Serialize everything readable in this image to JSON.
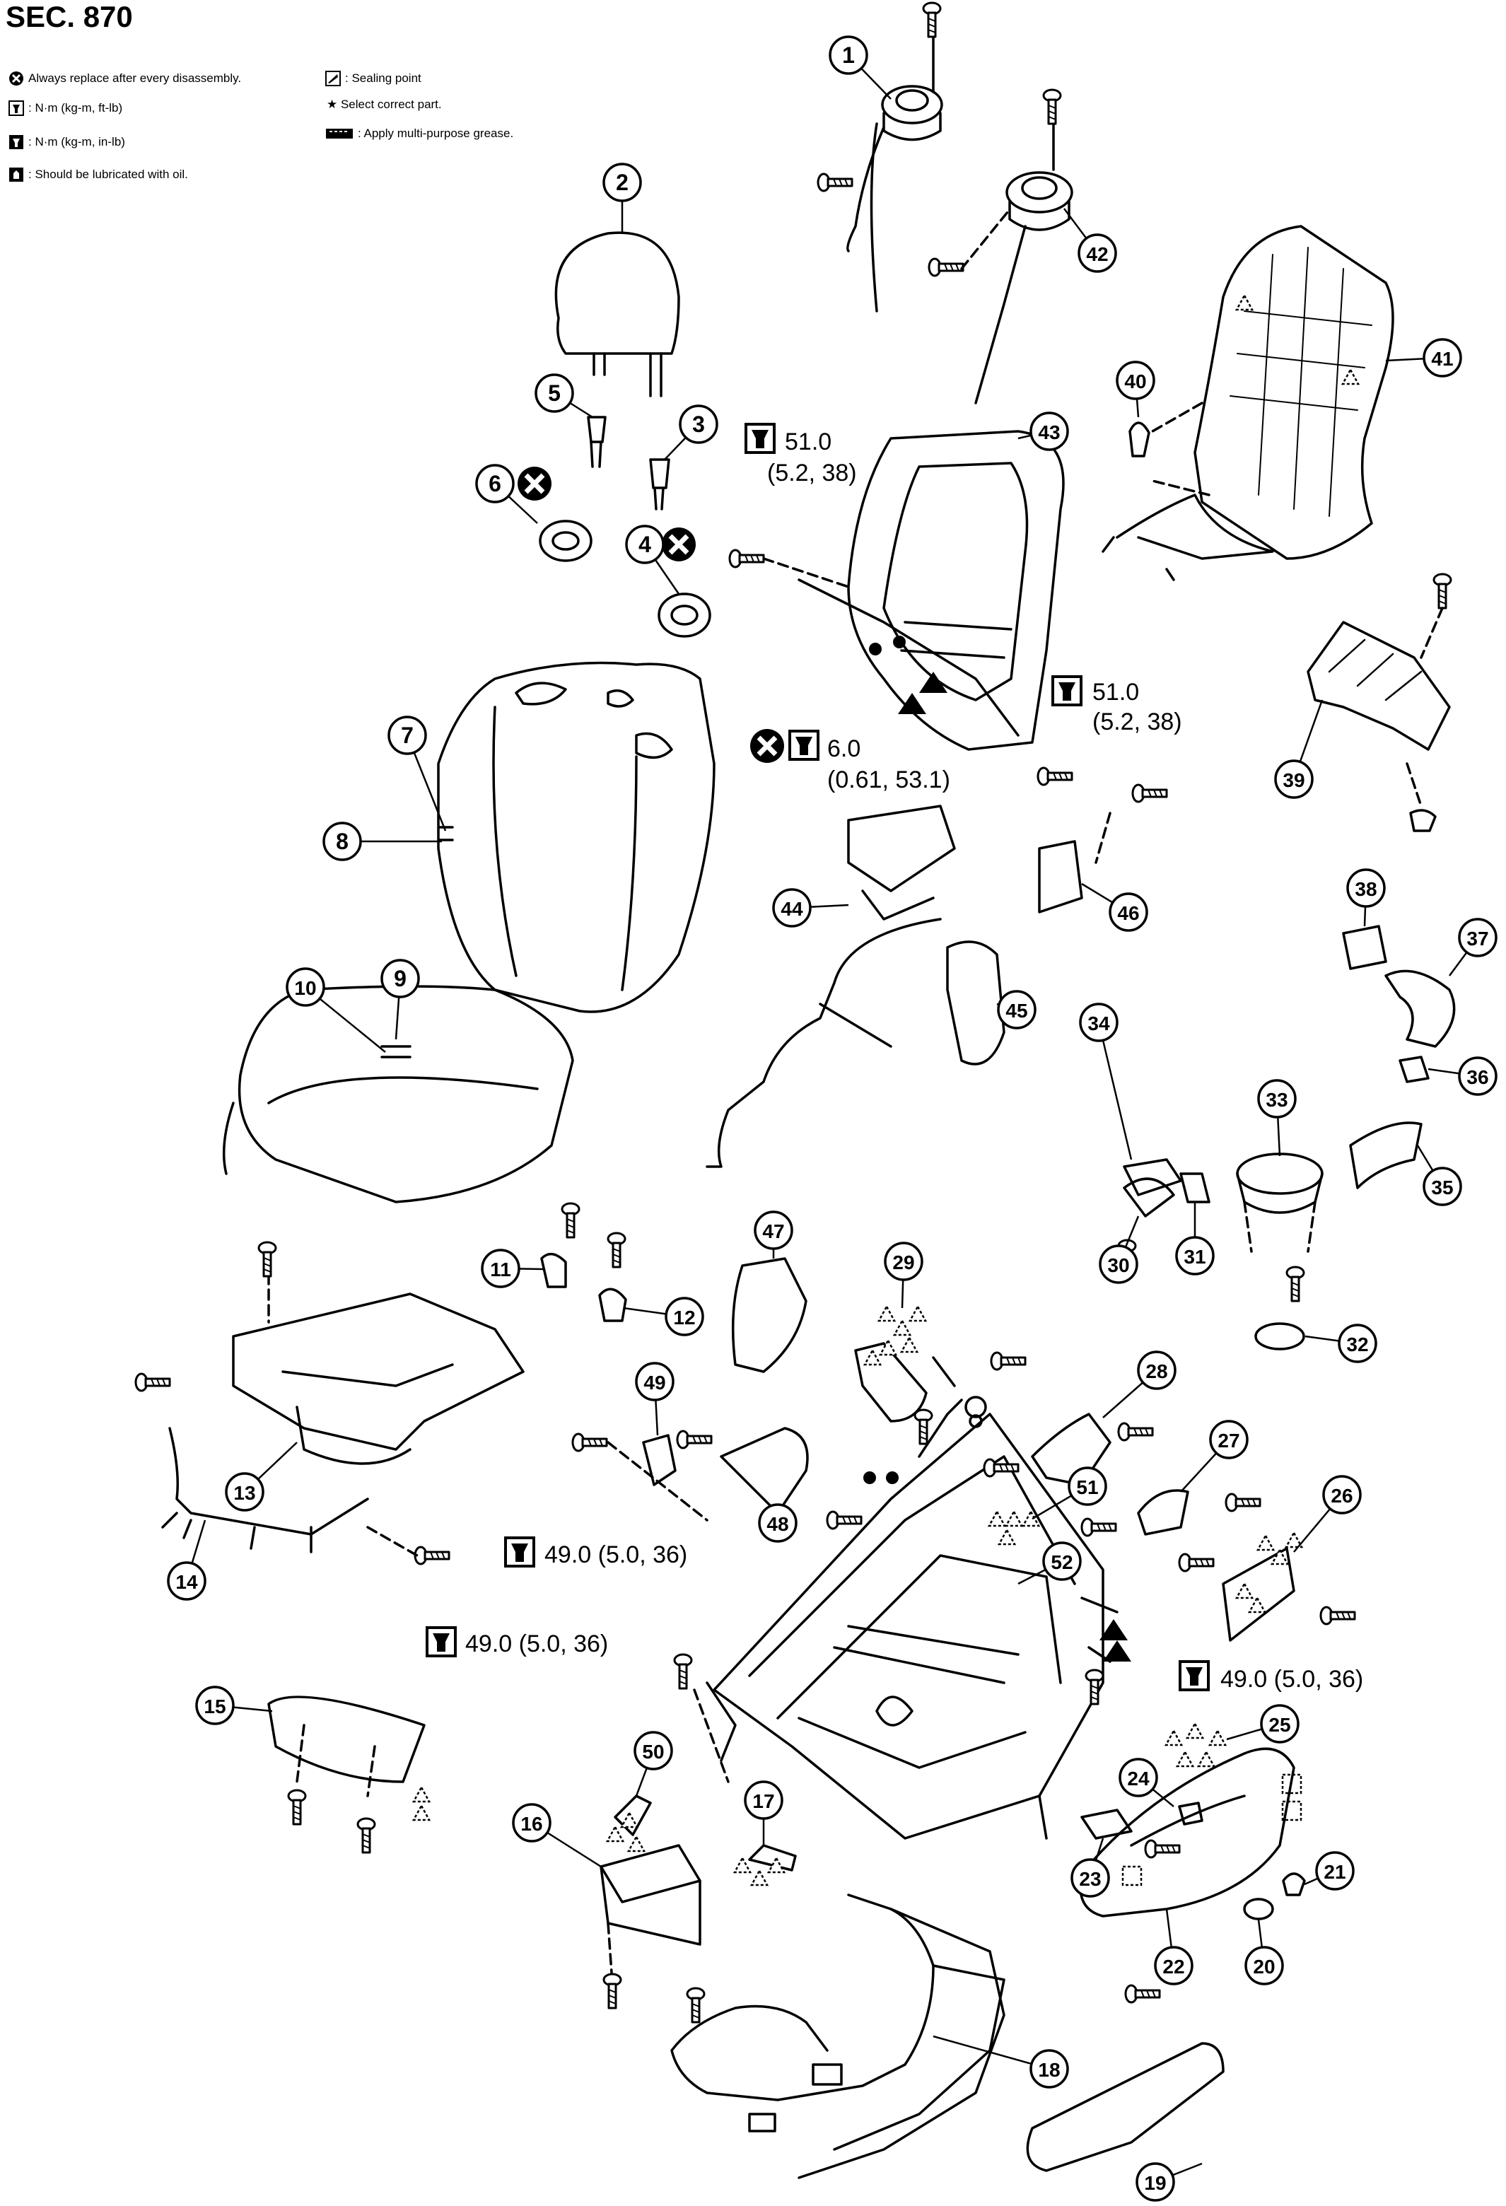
{
  "header": {
    "section": "SEC. 870"
  },
  "legend": {
    "left": [
      {
        "icon": "replace-x-icon",
        "text": "Always replace after every disassembly."
      },
      {
        "icon": "torque-wrench-icon",
        "text": ": N·m (kg-m, ft-lb)"
      },
      {
        "icon": "torque-wrench-inlb-icon",
        "text": ": N·m (kg-m, in-lb)"
      },
      {
        "icon": "oil-can-icon",
        "text": ": Should be lubricated with oil."
      }
    ],
    "right": [
      {
        "icon": "sealing-point-icon",
        "text": ": Sealing point"
      },
      {
        "icon": "star-icon",
        "text": "★ Select correct part."
      },
      {
        "icon": "grease-icon",
        "text": ": Apply multi-purpose grease."
      }
    ]
  },
  "callouts": [
    "1",
    "2",
    "3",
    "4",
    "5",
    "6",
    "7",
    "8",
    "9",
    "10",
    "11",
    "12",
    "13",
    "14",
    "15",
    "16",
    "17",
    "18",
    "19",
    "20",
    "21",
    "22",
    "23",
    "24",
    "25",
    "26",
    "27",
    "28",
    "29",
    "30",
    "31",
    "32",
    "33",
    "34",
    "35",
    "36",
    "37",
    "38",
    "39",
    "40",
    "41",
    "42",
    "43",
    "44",
    "45",
    "46",
    "47",
    "48",
    "49",
    "50",
    "51",
    "52"
  ],
  "torque": {
    "t1": {
      "value": "51.0",
      "sub": "(5.2, 38)"
    },
    "t2": {
      "value": "51.0",
      "sub": "(5.2, 38)"
    },
    "t3": {
      "value": "6.0",
      "sub": "(0.61, 53.1)"
    },
    "t4": {
      "value": "49.0 (5.0, 36)"
    },
    "t5": {
      "value": "49.0 (5.0, 36)"
    },
    "t6": {
      "value": "49.0 (5.0, 36)"
    }
  }
}
